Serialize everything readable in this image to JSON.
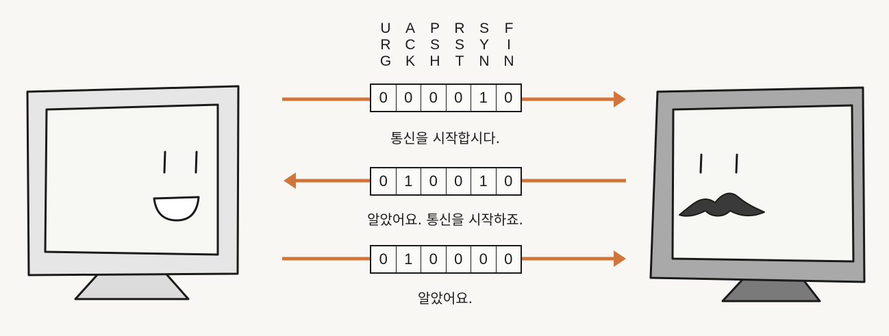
{
  "flags": [
    {
      "letters": [
        "U",
        "R",
        "G"
      ]
    },
    {
      "letters": [
        "A",
        "C",
        "K"
      ]
    },
    {
      "letters": [
        "P",
        "S",
        "H"
      ]
    },
    {
      "letters": [
        "R",
        "S",
        "T"
      ]
    },
    {
      "letters": [
        "S",
        "Y",
        "N"
      ]
    },
    {
      "letters": [
        "F",
        "I",
        "N"
      ]
    }
  ],
  "messages": [
    {
      "direction": "right",
      "bits": [
        "0",
        "0",
        "0",
        "0",
        "1",
        "0"
      ],
      "caption": "통신을 시작합시다."
    },
    {
      "direction": "left",
      "bits": [
        "0",
        "1",
        "0",
        "0",
        "1",
        "0"
      ],
      "caption": "알았어요. 통신을 시작하죠."
    },
    {
      "direction": "right",
      "bits": [
        "0",
        "1",
        "0",
        "0",
        "0",
        "0"
      ],
      "caption": "알았어요."
    }
  ],
  "colors": {
    "arrow": "#d2753a",
    "outline": "#1a1a1a",
    "left_monitor_frame": "#e6e6e6",
    "right_monitor_frame": "#a9a9a9",
    "screen": "#f7f7f3",
    "mustache": "#3a3a3a"
  },
  "left_monitor": {
    "face": "smiling"
  },
  "right_monitor": {
    "face": "mustache"
  }
}
